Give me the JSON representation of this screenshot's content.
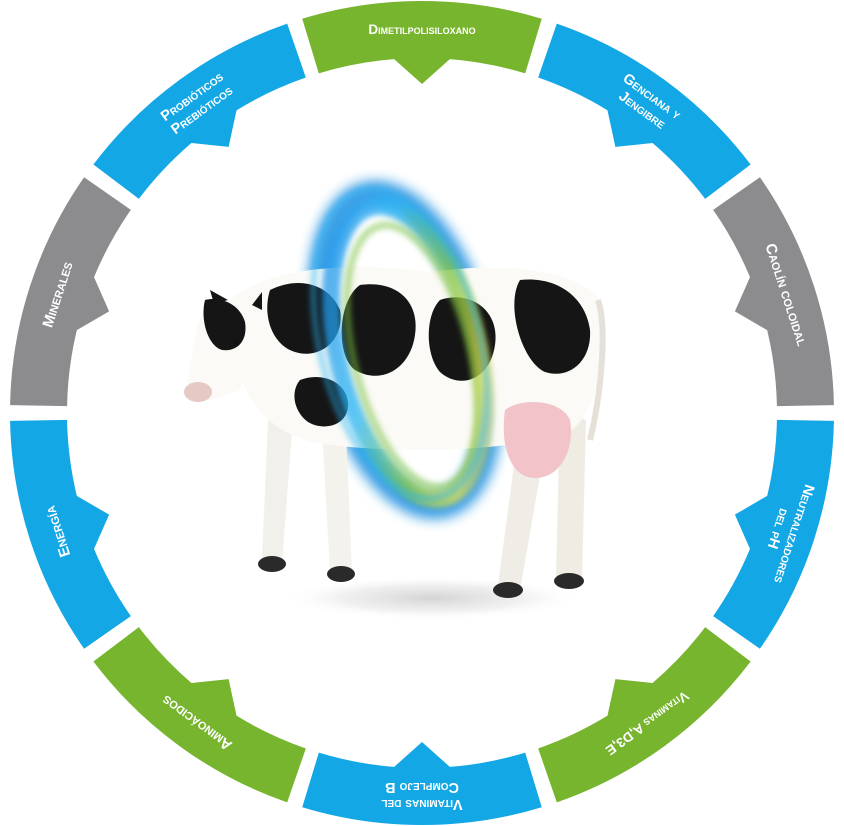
{
  "colors": {
    "blue": "#13a7e6",
    "green": "#77b52f",
    "gray": "#8c8c8e",
    "background": "#ffffff"
  },
  "center_image": {
    "subject": "holstein-cow",
    "effect": "blue-green-yellow-glow-ring"
  },
  "segments": [
    {
      "id": "dimetilpolisiloxano",
      "lines": [
        "Dimetilpolisiloxano"
      ],
      "color": "green"
    },
    {
      "id": "genciana-jengibre",
      "lines": [
        "Genciana y",
        "Jengibre"
      ],
      "color": "blue"
    },
    {
      "id": "caolin-coloidal",
      "lines": [
        "Caolín coloidal"
      ],
      "color": "gray"
    },
    {
      "id": "neutralizadores-ph",
      "lines": [
        "Neutralizadores",
        "del pH"
      ],
      "color": "blue"
    },
    {
      "id": "vitaminas-ad3e",
      "lines": [
        "Vitaminas A,D3,E"
      ],
      "color": "green"
    },
    {
      "id": "vitaminas-complejo-b",
      "lines": [
        "Vitaminas del",
        "Complejo B"
      ],
      "color": "blue"
    },
    {
      "id": "aminoacidos",
      "lines": [
        "Aminoácidos"
      ],
      "color": "green"
    },
    {
      "id": "energia",
      "lines": [
        "Energía"
      ],
      "color": "blue"
    },
    {
      "id": "minerales",
      "lines": [
        "Minerales"
      ],
      "color": "gray"
    },
    {
      "id": "probioticos-prebioticos",
      "lines": [
        "Probióticos",
        "Prebióticos"
      ],
      "color": "blue"
    }
  ]
}
